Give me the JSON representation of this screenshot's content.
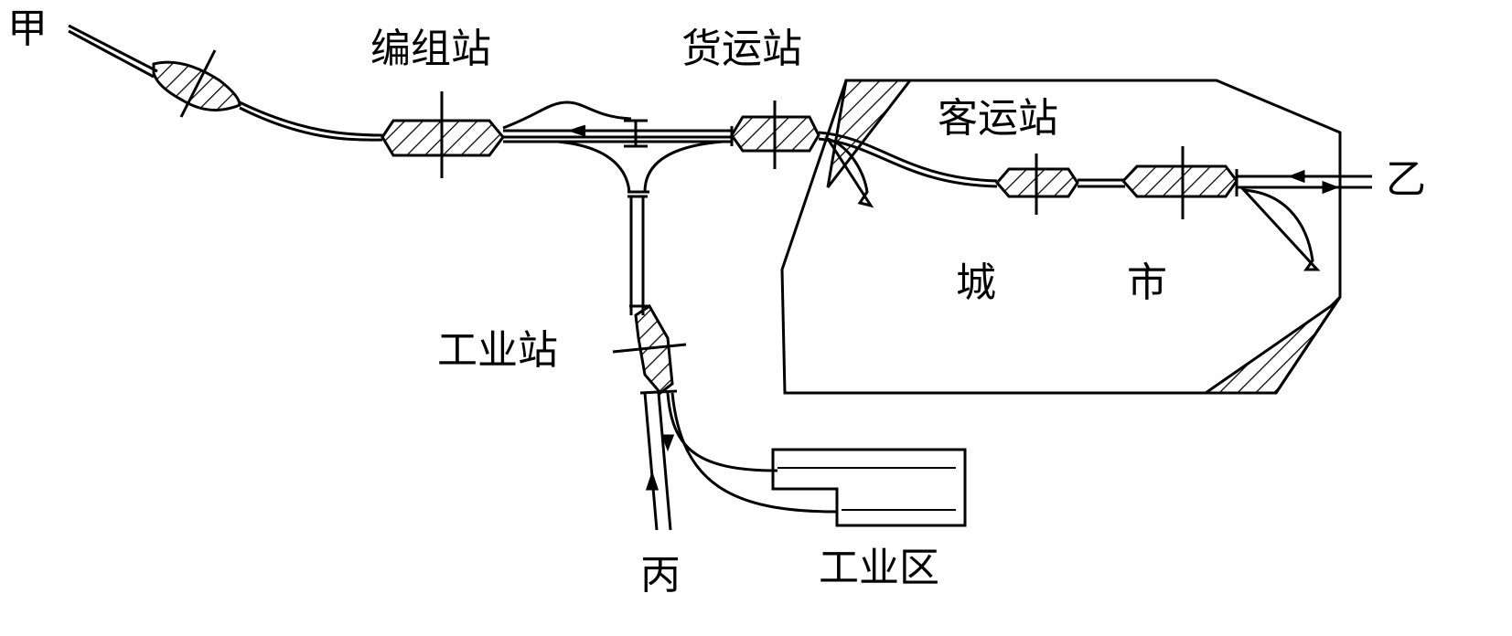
{
  "labels": {
    "jia": "甲",
    "yi": "乙",
    "bing": "丙",
    "marshalling_yard": "编组站",
    "freight_station": "货运站",
    "passenger_station": "客运站",
    "industrial_station": "工业站",
    "industrial_zone": "工业区",
    "city_char1": "城",
    "city_char2": "市"
  },
  "colors": {
    "ink": "#000000",
    "background": "#ffffff"
  }
}
